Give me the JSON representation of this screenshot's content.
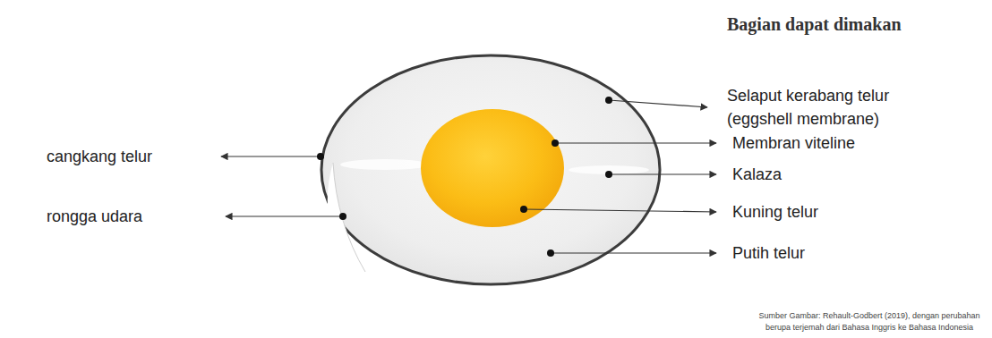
{
  "diagram": {
    "title": "Bagian dapat dimakan",
    "caption": "Sumber Gambar: Rehault-Godbert (2019), dengan perubahan berupa terjemah dari Bahasa Inggris ke Bahasa Indonesia",
    "labels": [
      "cangkang telur",
      "rongga udara",
      "Selaput kerabang telur (eggshell membrane)",
      "Membran viteline",
      "Kalaza",
      "Kuning telur",
      "Putih telur"
    ]
  }
}
